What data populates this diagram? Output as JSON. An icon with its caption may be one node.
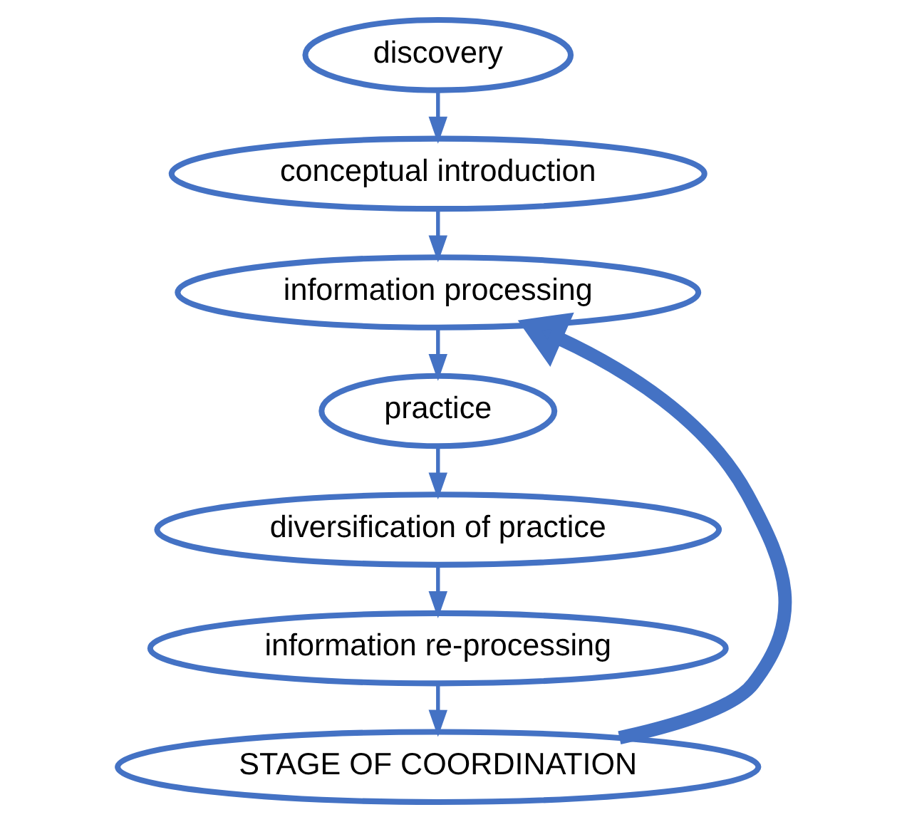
{
  "diagram": {
    "nodes": [
      {
        "text": [
          "discovery"
        ]
      },
      {
        "text": [
          "conceptual introduction"
        ]
      },
      {
        "text": [
          "information processing"
        ]
      },
      {
        "text": [
          "practice"
        ]
      },
      {
        "text": [
          "diversification of practice"
        ]
      },
      {
        "text": [
          "information re-processing"
        ]
      },
      {
        "text": [
          "STAGE OF COORDINATION"
        ]
      }
    ],
    "edges": [
      {
        "from": 0,
        "to": 1,
        "arrow": "to"
      },
      {
        "from": 1,
        "to": 2,
        "arrow": "to"
      },
      {
        "from": 2,
        "to": 3,
        "arrow": "to"
      },
      {
        "from": 3,
        "to": 4,
        "arrow": "to"
      },
      {
        "from": 4,
        "to": 5,
        "arrow": "to"
      },
      {
        "from": 5,
        "to": 6,
        "arrow": "to"
      },
      {
        "from": 6,
        "to": 2,
        "arrow": "to",
        "style": "thick"
      }
    ]
  }
}
